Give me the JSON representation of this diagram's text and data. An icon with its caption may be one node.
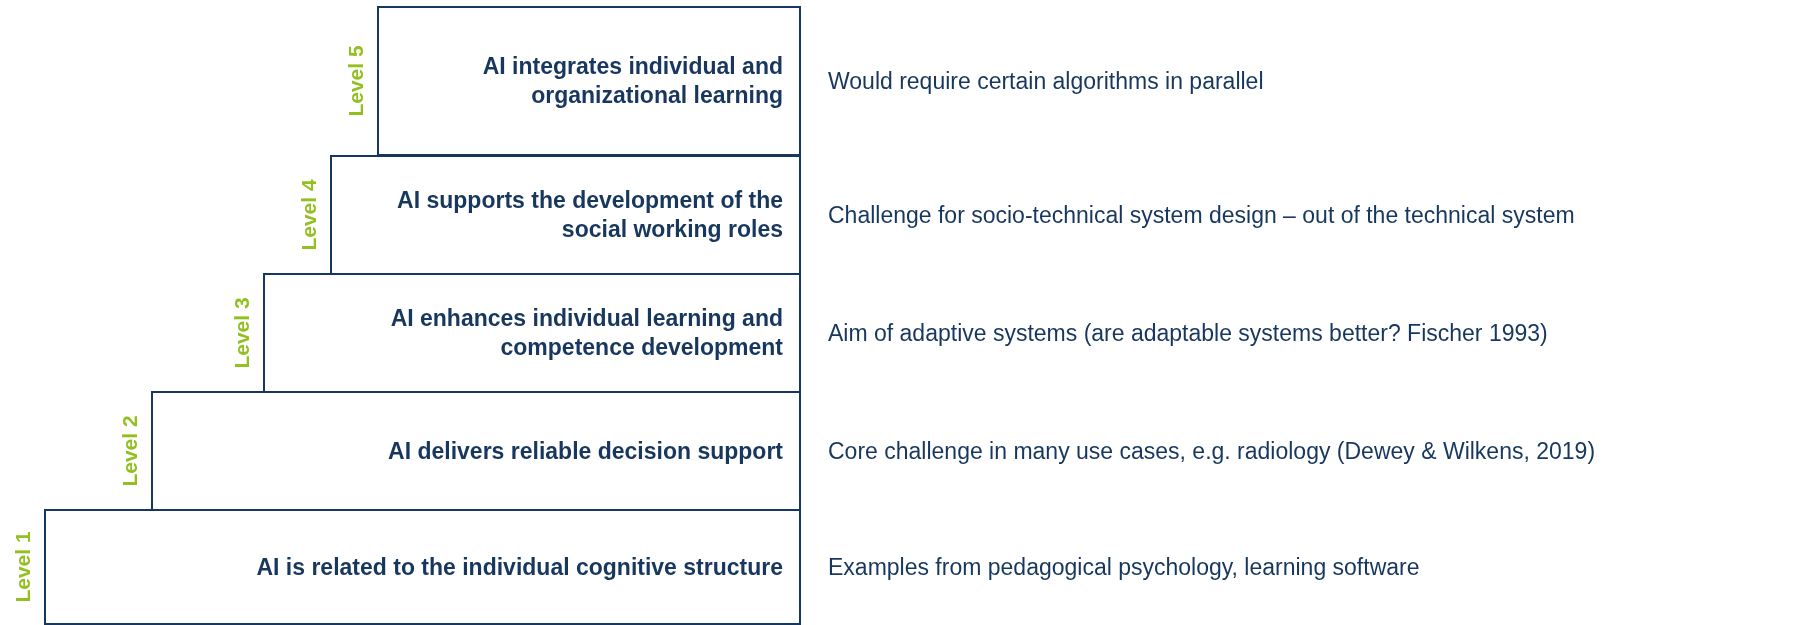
{
  "diagram": {
    "nodes": [
      {
        "text": [
          "AI integrates individual and organizational learning"
        ],
        "beside": [
          "Level 5",
          "Would require certain algorithms in parallel"
        ]
      },
      {
        "text": [
          "AI supports the development of the social working roles"
        ],
        "beside": [
          "Level 4",
          "Challenge for socio-technical system design – out of the technical system"
        ]
      },
      {
        "text": [
          "AI enhances individual learning and competence development"
        ],
        "beside": [
          "Level 3",
          "Aim of adaptive systems (are adaptable systems better? Fischer 1993)"
        ]
      },
      {
        "text": [
          "AI delivers reliable decision support"
        ],
        "beside": [
          "Level 2",
          "Core challenge in many use cases, e.g. radiology (Dewey & Wilkens, 2019)"
        ]
      },
      {
        "text": [
          "AI is related to the individual cognitive structure"
        ],
        "beside": [
          "Level 1",
          "Examples from pedagogical psychology, learning software"
        ]
      }
    ]
  }
}
